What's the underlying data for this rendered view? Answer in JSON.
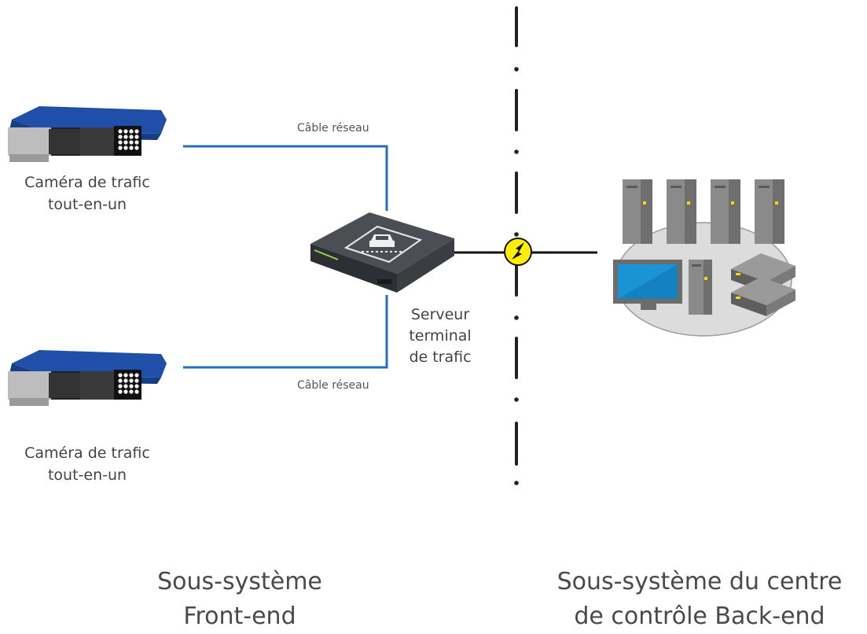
{
  "front_end": {
    "camera_top": {
      "label_line1": "Caméra de trafic",
      "label_line2": "tout-en-un"
    },
    "camera_bottom": {
      "label_line1": "Caméra de trafic",
      "label_line2": "tout-en-un"
    },
    "cable_top_label": "Câble réseau",
    "cable_bottom_label": "Câble réseau",
    "server": {
      "line1": "Serveur",
      "line2": "terminal",
      "line3": "de trafic"
    },
    "title_line1": "Sous-système",
    "title_line2": "Front-end"
  },
  "back_end": {
    "title_line1": "Sous-système du centre",
    "title_line2": "de contrôle Back-end"
  },
  "colors": {
    "cable_blue": "#1f6fc0",
    "camera_blue": "#1f4fa8",
    "lightning_yellow": "#ffee00",
    "server_gray": "#8a8a8a"
  }
}
